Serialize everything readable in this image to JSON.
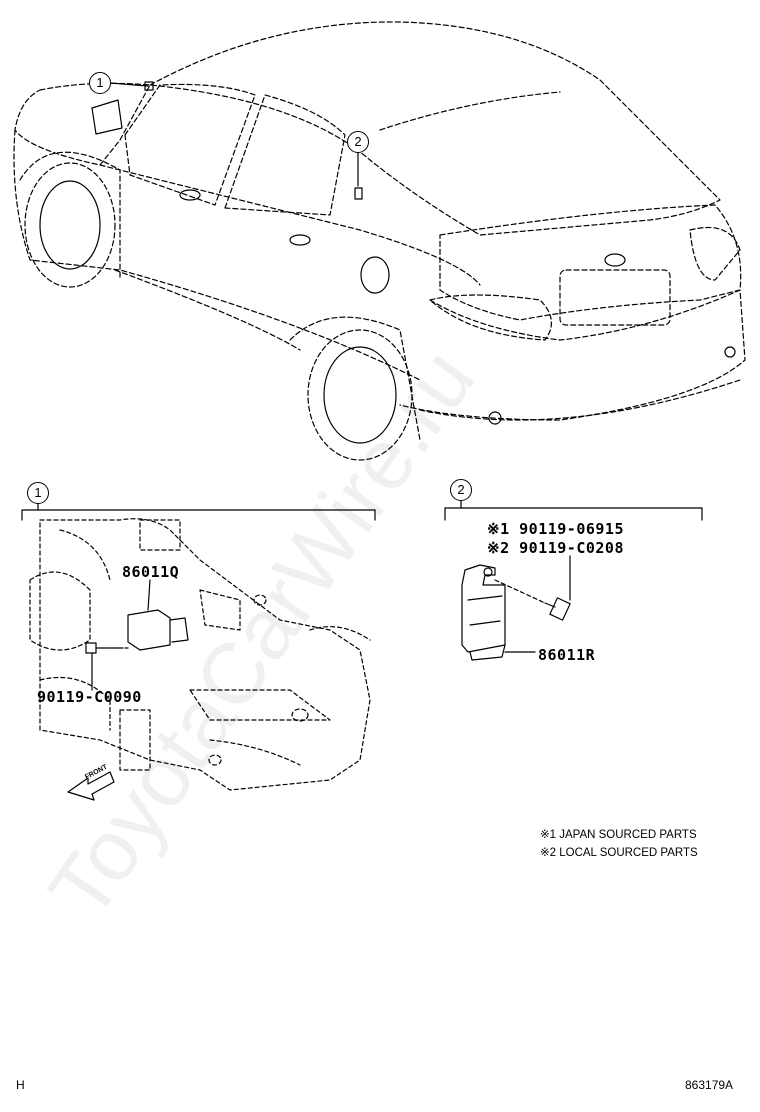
{
  "callouts": {
    "car_1": "1",
    "car_2": "2",
    "section_1": "1",
    "section_2": "2"
  },
  "section1": {
    "part_sensor": "86011Q",
    "part_bolt": "90119-C0090",
    "front_arrow": "FRONT"
  },
  "section2": {
    "bolt_japan": "※1 90119-06915",
    "bolt_local": "※2 90119-C0208",
    "part_sensor": "86011R"
  },
  "notes": {
    "japan": "※1 JAPAN SOURCED PARTS",
    "local": "※2 LOCAL SOURCED PARTS"
  },
  "footer": {
    "left_code": "H",
    "figure_id": "863179A"
  },
  "watermark": "ToyotaCarWire.ru"
}
